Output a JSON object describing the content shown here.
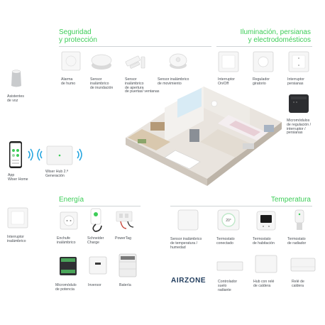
{
  "sections": {
    "security": {
      "title_line1": "Seguridad",
      "title_line2": "y protección"
    },
    "lighting": {
      "title_line1": "Iluminación, persianas",
      "title_line2": "y electrodomésticos"
    },
    "energy": {
      "title": "Energía"
    },
    "temperature": {
      "title": "Temperatura"
    }
  },
  "left": {
    "voice": {
      "l1": "Asistentes",
      "l2": "de voz"
    },
    "app": {
      "l1": "App",
      "l2": "Wiser Home"
    },
    "hub": {
      "l1": "Wiser Hub 2.ª",
      "l2": "Generación"
    },
    "switch": {
      "l1": "Interruptor",
      "l2": "inalámbrico"
    }
  },
  "security_items": [
    {
      "l1": "Alarma",
      "l2": "de humo",
      "l3": "",
      "l4": ""
    },
    {
      "l1": "Sensor",
      "l2": "inalámbrico",
      "l3": "de inundación",
      "l4": ""
    },
    {
      "l1": "Sensor",
      "l2": "inalámbrico",
      "l3": "de apertura",
      "l4": "de puertas/ ventanas"
    },
    {
      "l1": "Sensor inalámbrico",
      "l2": "de movimiento",
      "l3": "",
      "l4": ""
    }
  ],
  "lighting_items": [
    {
      "l1": "Interruptor",
      "l2": "On/Off"
    },
    {
      "l1": "Regulador",
      "l2": "giratorio"
    },
    {
      "l1": "Interruptor",
      "l2": "persianas"
    }
  ],
  "micromodules": {
    "l1": "Micromódulos",
    "l2": "de regulación /",
    "l3": "interruptor /",
    "l4": "persianas"
  },
  "energy_items": [
    {
      "l1": "Enchufe",
      "l2": "inalámbrico"
    },
    {
      "l1": "Schneider",
      "l2": "Charge"
    },
    {
      "l1": "PowerTag",
      "l2": ""
    },
    {
      "l1": "Micromódulo",
      "l2": "de potencia"
    },
    {
      "l1": "Inversor",
      "l2": ""
    },
    {
      "l1": "Batería",
      "l2": ""
    }
  ],
  "temperature_items": [
    {
      "l1": "Sensor inalámbrico",
      "l2": "de temperatura /",
      "l3": "humedad"
    },
    {
      "l1": "Termostato",
      "l2": "conectado",
      "l3": ""
    },
    {
      "l1": "Termostato",
      "l2": "de habitación",
      "l3": ""
    },
    {
      "l1": "Termostato",
      "l2": "de radiador",
      "l3": ""
    },
    {
      "l1": "Controlador",
      "l2": "suelo",
      "l3": "radiante"
    },
    {
      "l1": "Hub con relé",
      "l2": "de caldera",
      "l3": ""
    },
    {
      "l1": "Relé de",
      "l2": "caldera",
      "l3": ""
    }
  ],
  "airzone_logo": "AIRZONE",
  "thermostat_display": "20°",
  "colors": {
    "green": "#3dcd58",
    "rule": "#cfd3d6",
    "text": "#4a4f55",
    "wave": "#2aa7e0"
  }
}
